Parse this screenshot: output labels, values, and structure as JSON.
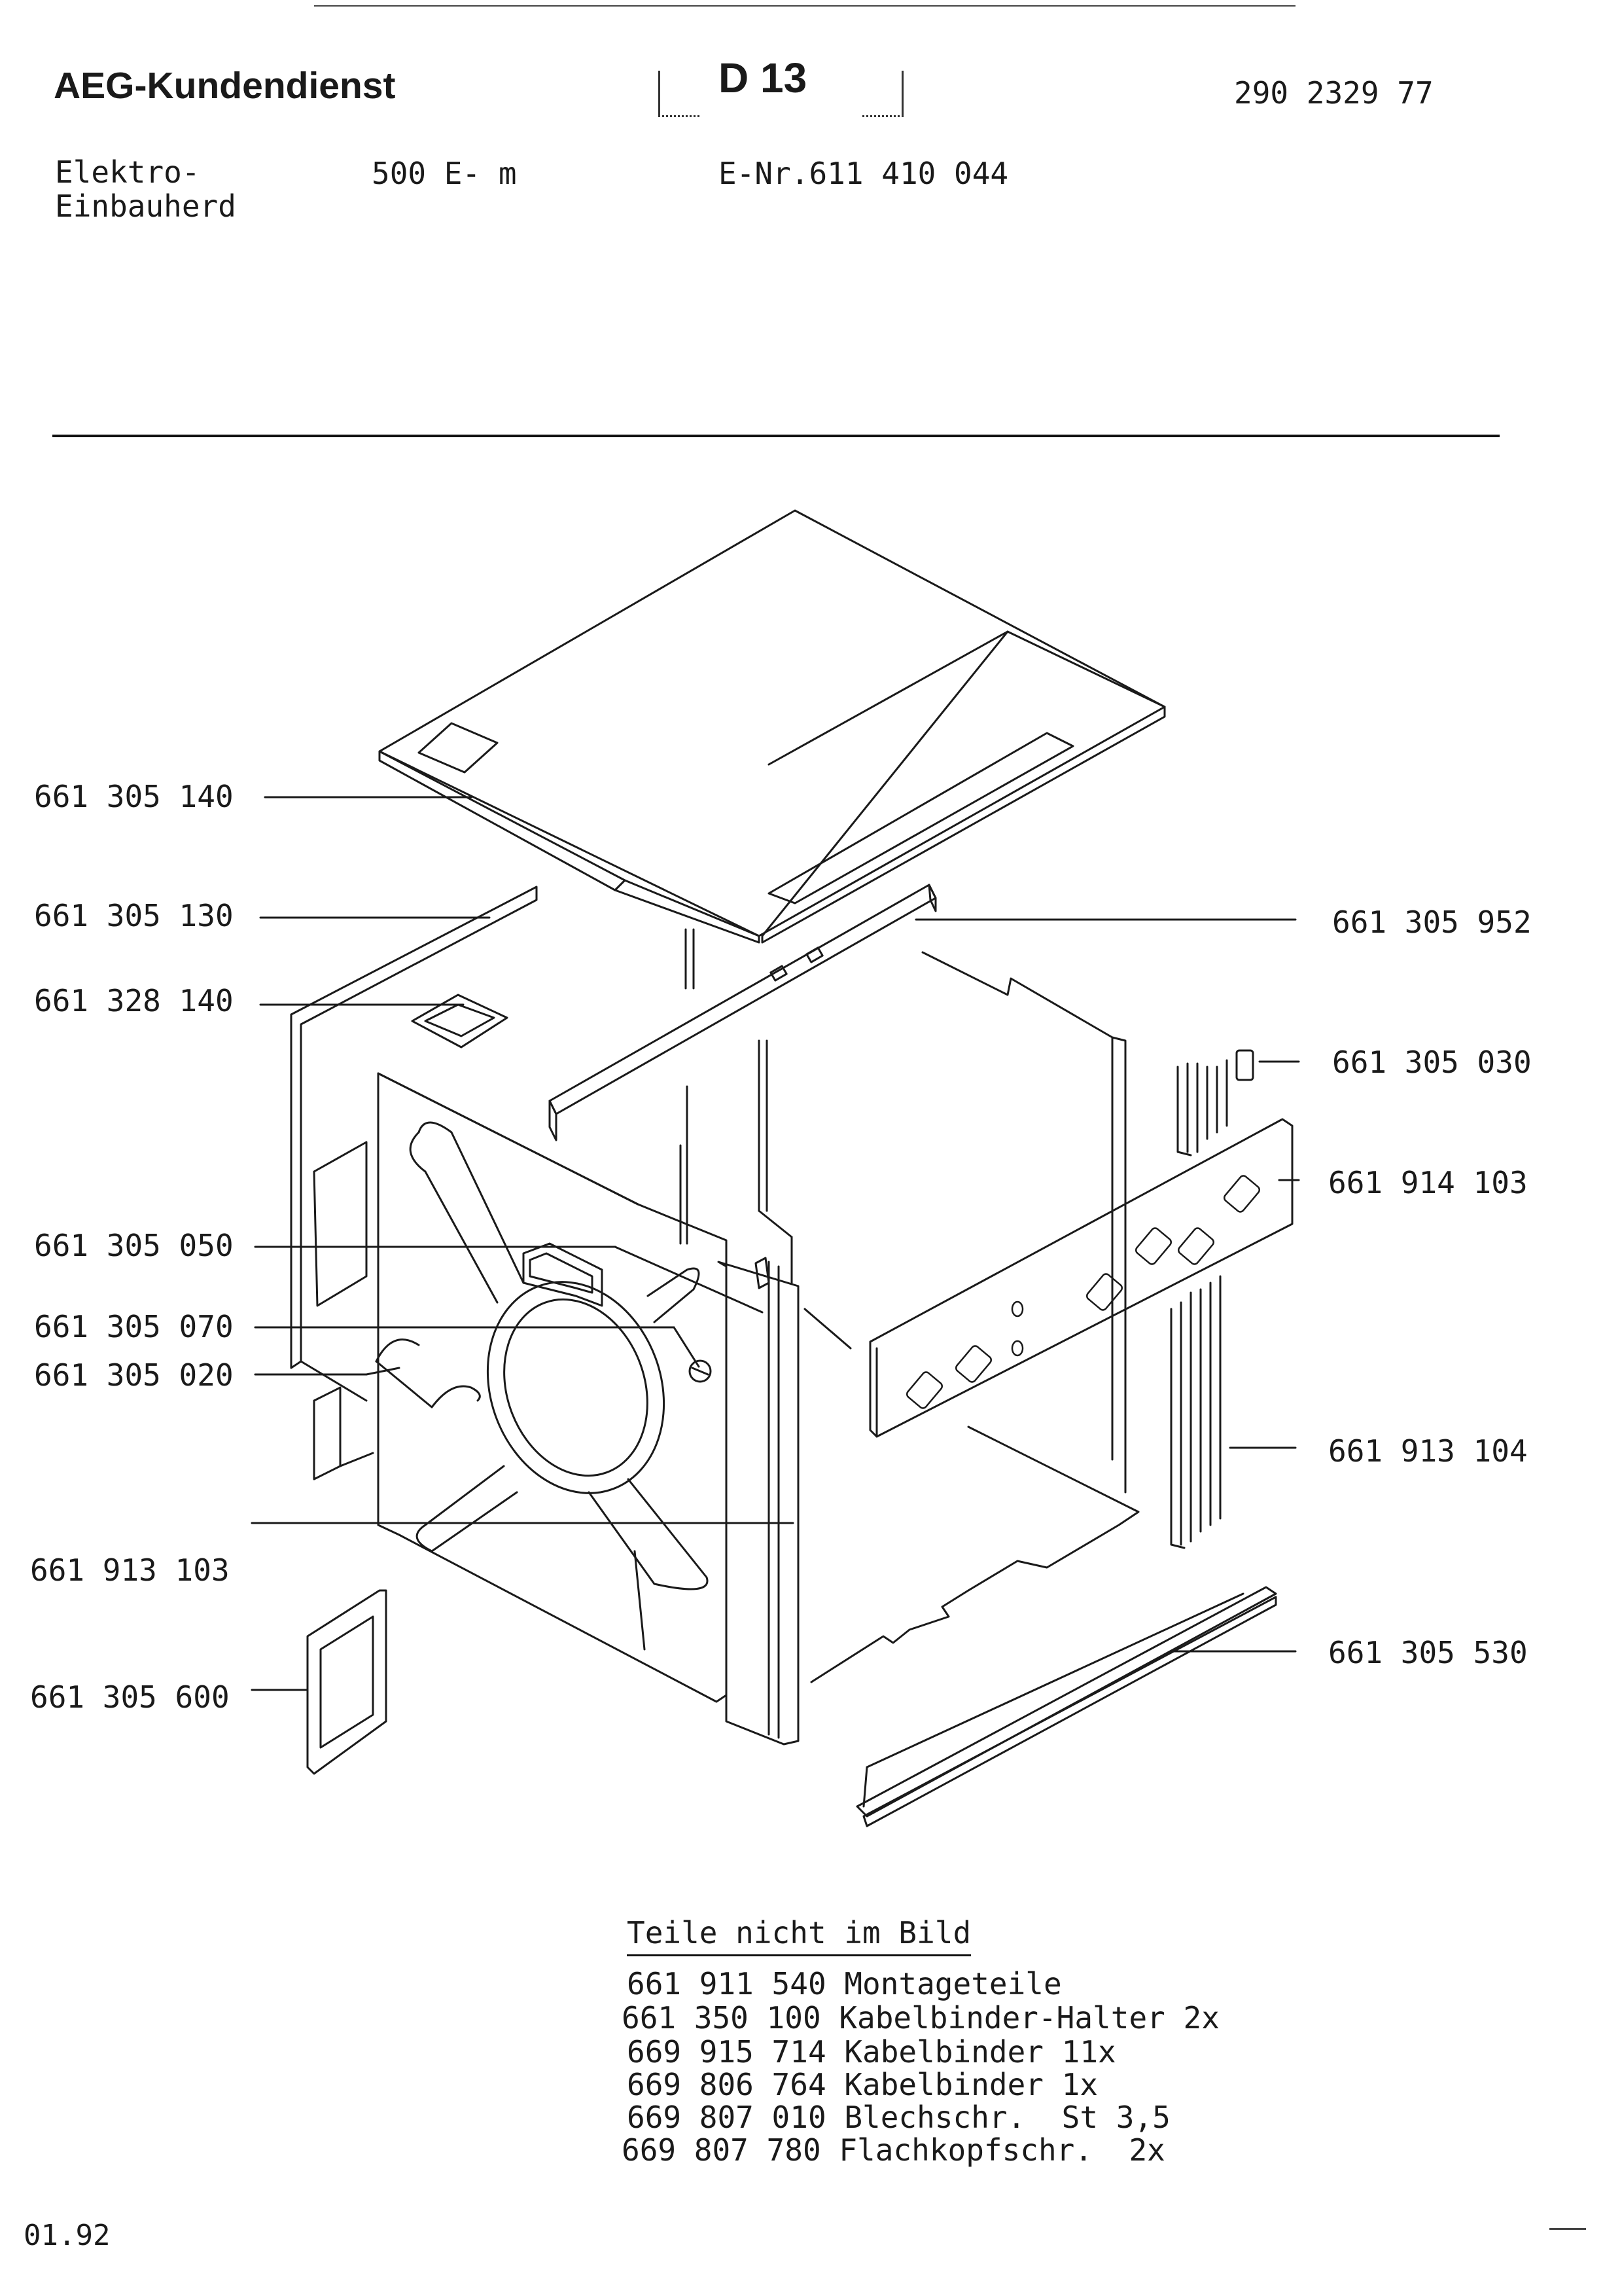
{
  "header": {
    "brand": "AEG-Kundendienst",
    "sheet_code": "D 13",
    "doc_number": "290 2329 77"
  },
  "product": {
    "line1": "Elektro-",
    "line2": "Einbauherd",
    "model": "500 E- m",
    "e_nr": "E-Nr.611 410 044"
  },
  "callouts": {
    "left": [
      "661 305 140",
      "661 305 130",
      "661 328 140",
      "661 305 050",
      "661 305 070",
      "661 305 020",
      "661 913 103",
      "661 305 600"
    ],
    "right": [
      "661 305 952",
      "661 305 030",
      "661 914 103",
      "661 913 104",
      "661 305 530"
    ]
  },
  "parts_not_shown": {
    "title": "Teile nicht im Bild",
    "items": [
      "661 911 540 Montageteile",
      "661 350 100 Kabelbinder-Halter 2x",
      "669 915 714 Kabelbinder 11x",
      "669 806 764 Kabelbinder 1x",
      "669 807 010 Blechschr.  St 3,5",
      "669 807 780 Flachkopfschr.  2x"
    ]
  },
  "footer": {
    "date": "01.92"
  }
}
